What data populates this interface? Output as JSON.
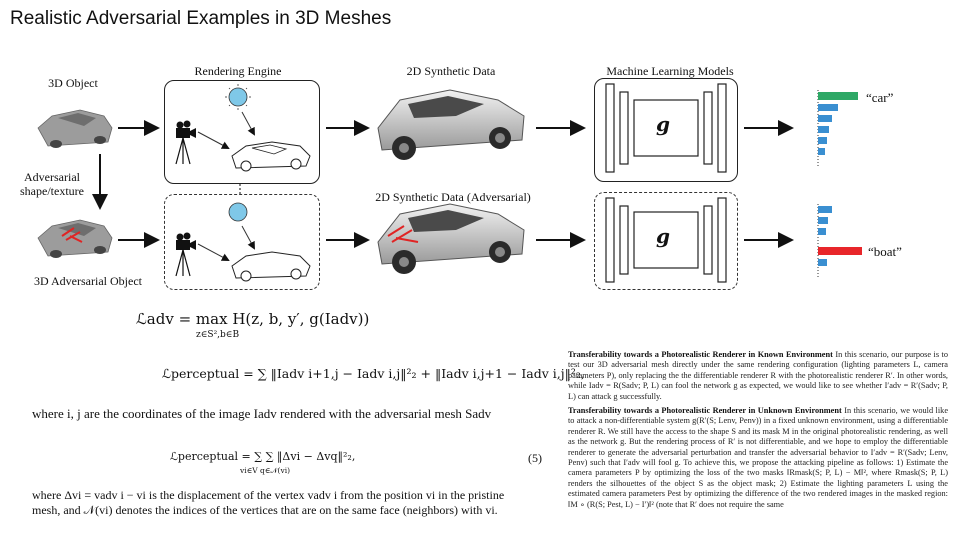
{
  "slide": {
    "title": "Realistic Adversarial Examples in 3D Meshes"
  },
  "figure": {
    "labels": {
      "object": "3D Object",
      "rendering_engine": "Rendering Engine",
      "synthetic": "2D Synthetic Data",
      "ml_models": "Machine Learning Models",
      "adversarial_link": "Adversarial",
      "adversarial_link2": "shape/texture",
      "adv_object": "3D Adversarial Object",
      "synthetic_adv": "2D Synthetic Data (Adversarial)"
    },
    "model_symbol": "g",
    "outputs": {
      "top": "“car”",
      "bottom": "“boat”"
    },
    "colors": {
      "car": "#2ea866",
      "boat": "#e8262a",
      "bars": "#3a8fd1"
    }
  },
  "equations": {
    "l_adv": "ℒadv = max H(z, b, y′, g(Iadv))",
    "l_adv_sub": "z∈S²,b∈B",
    "l_perc1": "ℒperceptual = ∑ ‖Iadv i+1,j − Iadv i,j‖²₂ + ‖Iadv i,j+1 − Iadv i,j‖²₂,",
    "where1": "where i, j are the coordinates of the image Iadv rendered with the adversarial mesh Sadv",
    "l_perc2": "ℒperceptual = ∑ ∑ ‖Δvi − Δvq‖²₂,",
    "l_perc2_sub": "vi∈V  q∈𝒩(vi)",
    "eq_num": "(5)",
    "where2a": "where Δvi = vadv i − vi is the displacement of the vertex vadv i from the position vi in the pristine",
    "where2b": "mesh, and 𝒩(vi) denotes the indices of the vertices that are on the same face (neighbors) with vi."
  },
  "paper_text": {
    "p1_title": "Transferability towards a Photorealistic Renderer in Known Environment",
    "p1_body": "In this scenario, our purpose is to test our 3D adversarial mesh directly under the same rendering configuration (lighting parameters L, camera parameters P), only replacing the the differentiable renderer R with the photorealistic renderer R′. In other words, while Iadv = R(Sadv; P, L) can fool the network g as expected, we would like to see whether I′adv = R′(Sadv; P, L) can attack g successfully.",
    "p2_title": "Transferability towards a Photorealistic Renderer in Unknown Environment",
    "p2_body": "In this scenario, we would like to attack a non-differentiable system g(R′(S; Lenv, Penv)) in a fixed unknown environment, using a differentiable renderer R. We still have the access to the shape S and its mask M in the original photorealistic rendering, as well as the network g. But the rendering process of R′ is not differentiable, and we hope to employ the differentiable renderer to generate the adversarial perturbation and transfer the adversarial behavior to I′adv = R′(Sadv; Lenv, Penv) such that I′adv will fool g. To achieve this, we propose the attacking pipeline as follows: 1) Estimate the camera parameters P by optimizing the loss of the two masks ‖Rmask(S; P, L) − M‖², where Rmask(S; P, L) renders the silhouettes of the object S as the object mask; 2) Estimate the lighting parameters L using the estimated camera parameters Pest by optimizing the difference of the two rendered images in the masked region: ‖M ∘ (R(S; Pest, L) − I′)‖² (note that R′ does not require the same"
  }
}
